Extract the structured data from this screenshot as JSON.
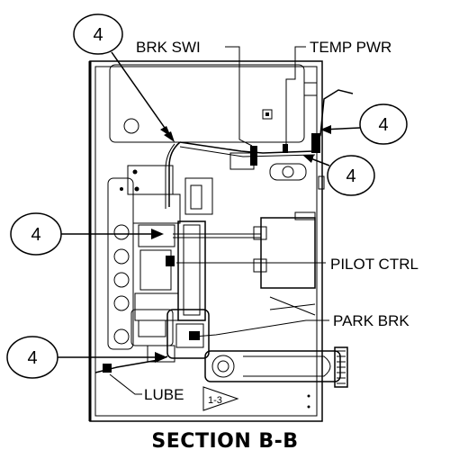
{
  "title": "SECTION B-B",
  "callouts": [
    {
      "number": "4"
    },
    {
      "number": "4"
    },
    {
      "number": "4"
    },
    {
      "number": "4"
    },
    {
      "number": "4"
    }
  ],
  "labels": {
    "brake_switch": "BRK SWI",
    "temp_power": "TEMP PWR",
    "pilot_control": "PILOT CTRL",
    "park_brake": "PARK BRK",
    "lube": "LUBE",
    "lube_ref": "1-3"
  }
}
